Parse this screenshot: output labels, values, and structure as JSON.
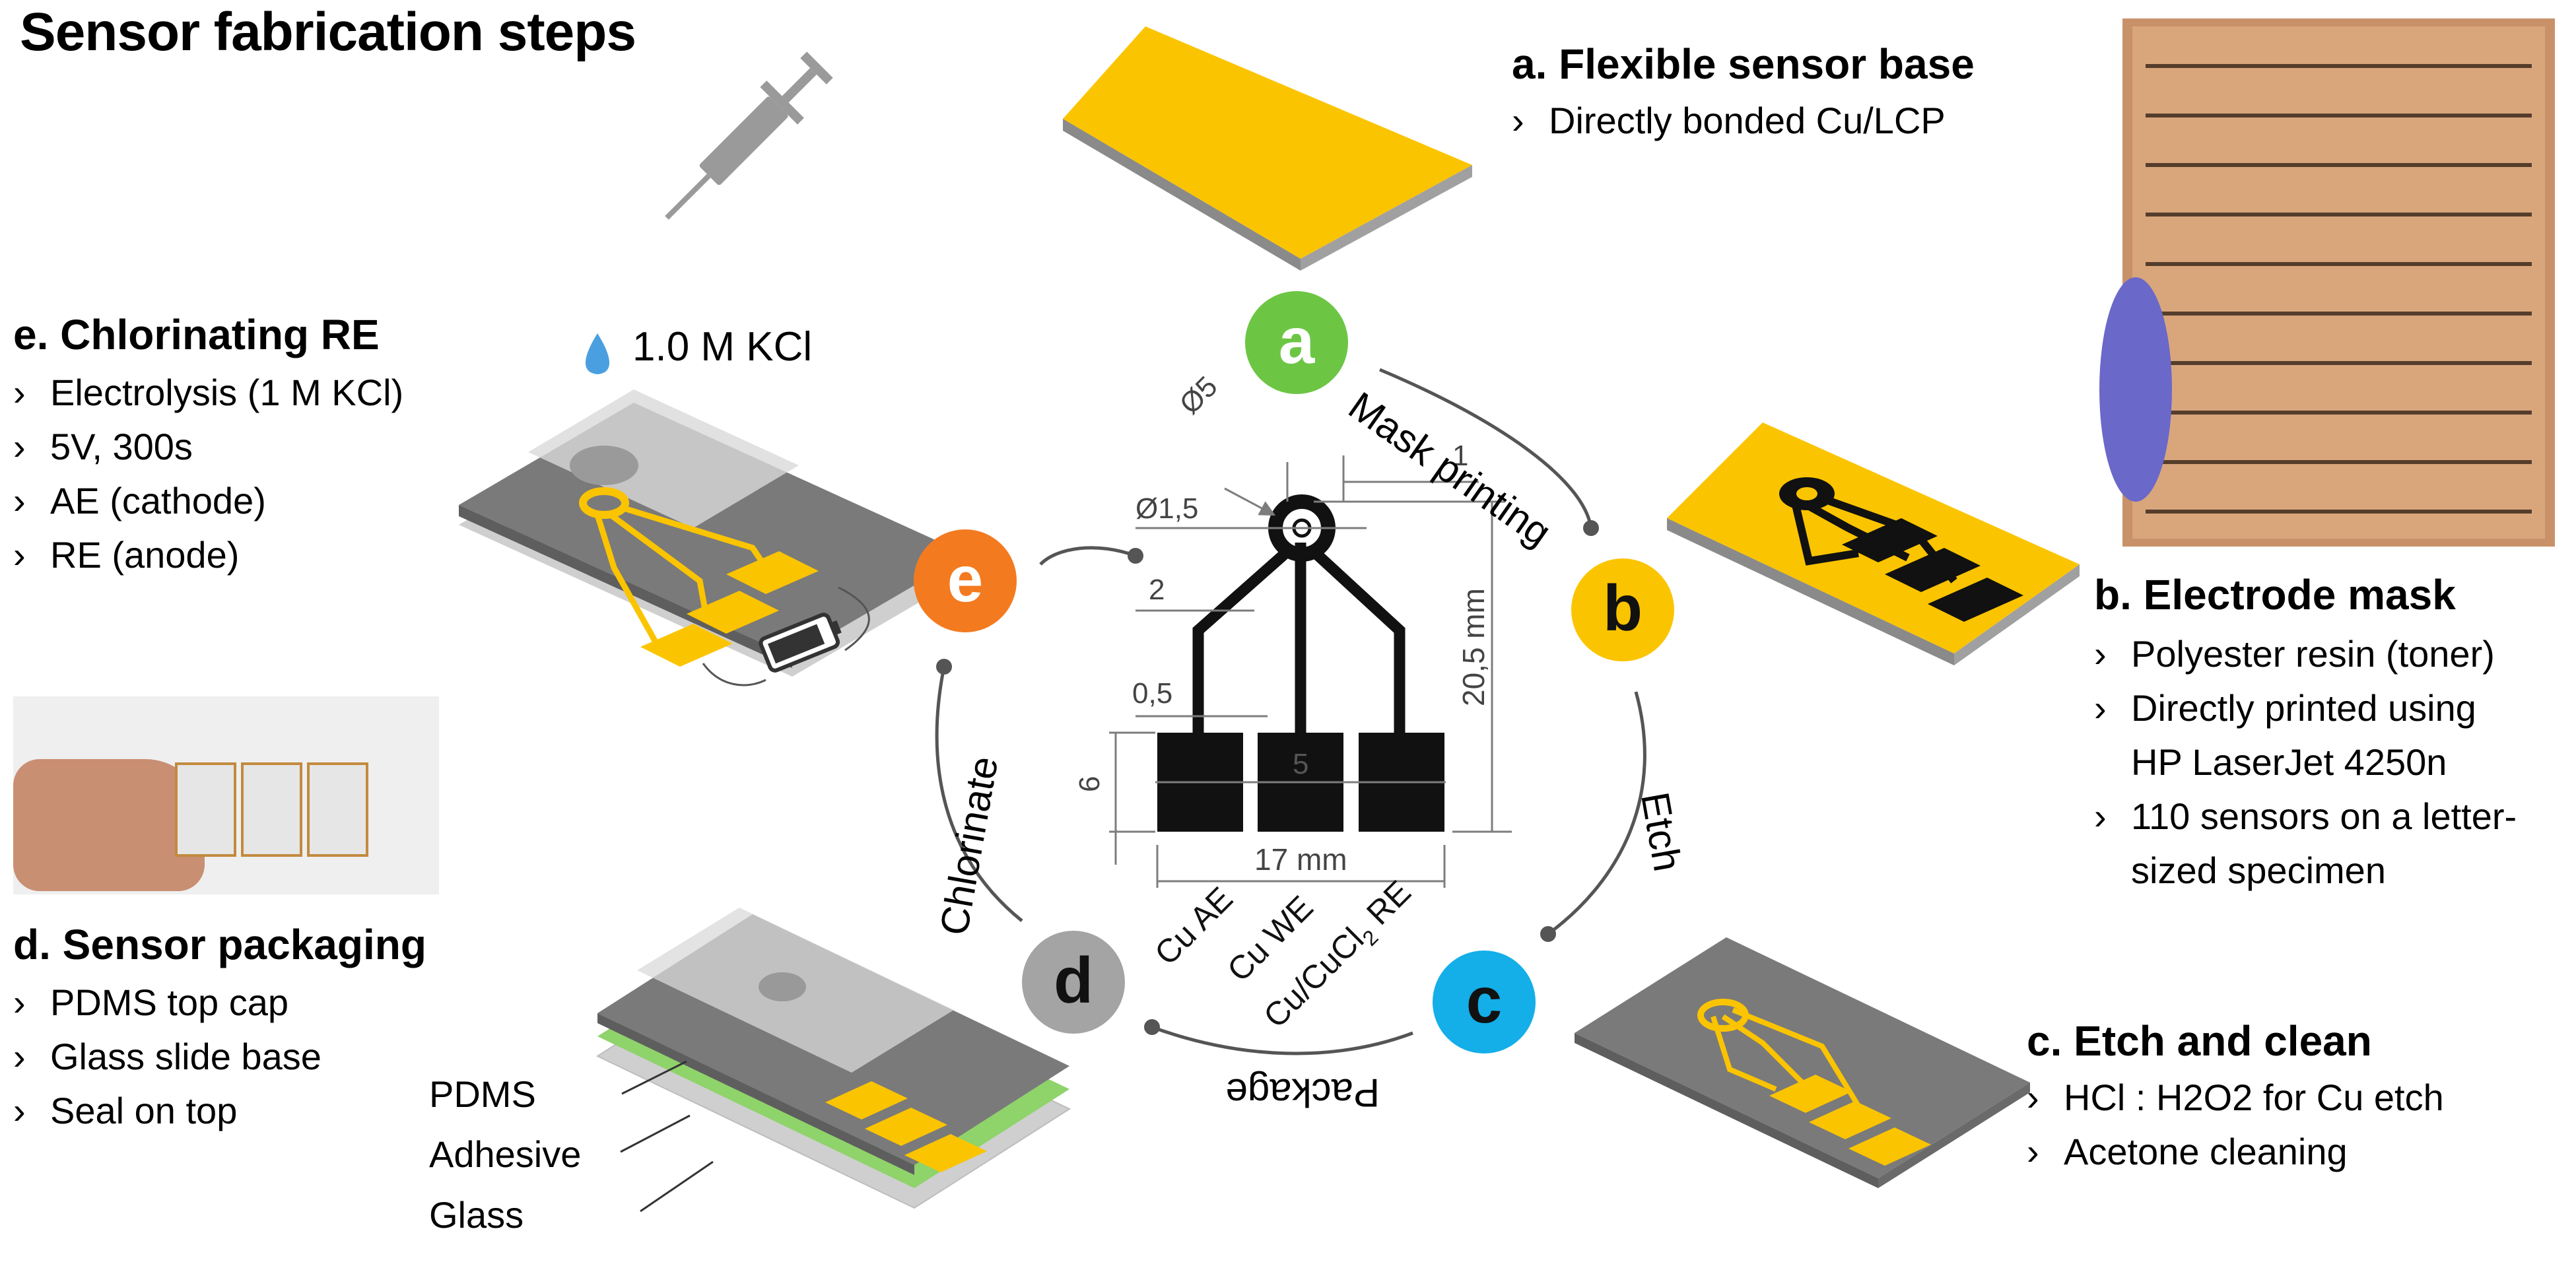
{
  "title": "Sensor fabrication steps",
  "steps": {
    "a": {
      "letter": "a",
      "title": "a. Flexible sensor base",
      "items": [
        "Directly bonded Cu/LCP"
      ],
      "color": "#6cc644"
    },
    "b": {
      "letter": "b",
      "title": "b. Electrode mask",
      "items": [
        "Polyester resin (toner)",
        "Directly printed using",
        "HP LaserJet 4250n",
        "110 sensors on a letter-",
        "sized specimen"
      ],
      "color": "#fbc400"
    },
    "c": {
      "letter": "c",
      "title": "c. Etch and clean",
      "items": [
        "HCl : H2O2  for Cu etch",
        "Acetone cleaning"
      ],
      "color": "#14aee8"
    },
    "d": {
      "letter": "d",
      "title": "d. Sensor packaging",
      "items": [
        "PDMS top cap",
        "Glass slide base",
        "Seal on top"
      ],
      "color": "#a4a4a4"
    },
    "e": {
      "letter": "e",
      "title": "e. Chlorinating RE",
      "items": [
        "Electrolysis (1 M KCl)",
        "5V, 300s",
        "AE (cathode)",
        "RE (anode)"
      ],
      "color": "#f47a20"
    }
  },
  "cycle_labels": {
    "mask_printing": "Mask printing",
    "etch": "Etch",
    "package": "Package",
    "chlorinate": "Chlorinate"
  },
  "kcl_label": "1.0 M KCl",
  "layers": {
    "pdms": "PDMS",
    "adhesive": "Adhesive",
    "glass": "Glass"
  },
  "dimensions": {
    "d5": "Ø5",
    "d15": "Ø1,5",
    "one": "1",
    "two": "2",
    "half": "0,5",
    "six": "6",
    "five": "5",
    "h205": "20,5 mm",
    "w17": "17 mm"
  },
  "electrodes": {
    "ae": "Cu AE",
    "we": "Cu WE",
    "re": "Cu/CuCl",
    "re_sub": "2",
    "re_suffix": " RE"
  },
  "colors": {
    "copper": "#fbc400",
    "board_gray": "#7a7a7a",
    "adhesive": "#8fd36b",
    "arc": "#555555",
    "dim": "#7d7d7d"
  }
}
